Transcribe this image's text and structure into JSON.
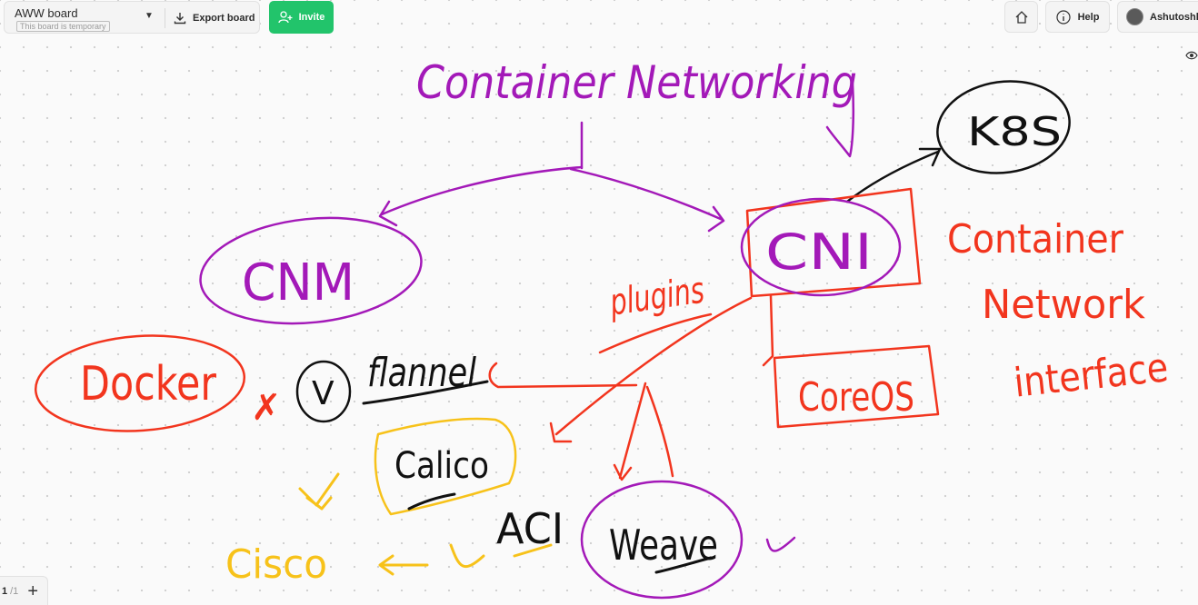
{
  "board": {
    "name": "AWW board",
    "temporary_note": "This board is temporary",
    "export_label": "Export board",
    "invite_label": "Invite"
  },
  "header_right": {
    "help_label": "Help",
    "user_name": "Ashutoshh S"
  },
  "pager": {
    "current": "1",
    "total": "/1",
    "add_symbol": "+"
  },
  "drawing": {
    "title": "Container Networking",
    "k8s": "K8S",
    "cnm": "CNM",
    "cni": "CNI",
    "plugins": "plugins",
    "docker": "Docker",
    "flannel": "flannel",
    "calico": "Calico",
    "cisco": "Cisco",
    "aci": "ACI",
    "weave": "Weave",
    "coreos": "CoreOS",
    "cni_line1": "Container",
    "cni_line2": "Network",
    "cni_line3": "interface",
    "cross_mark": "✗",
    "v_mark": "V"
  },
  "colors": {
    "purple": "#a319b8",
    "red": "#f2351e",
    "yellow": "#f7c21a",
    "black": "#111111",
    "invite_green": "#22c46b"
  }
}
